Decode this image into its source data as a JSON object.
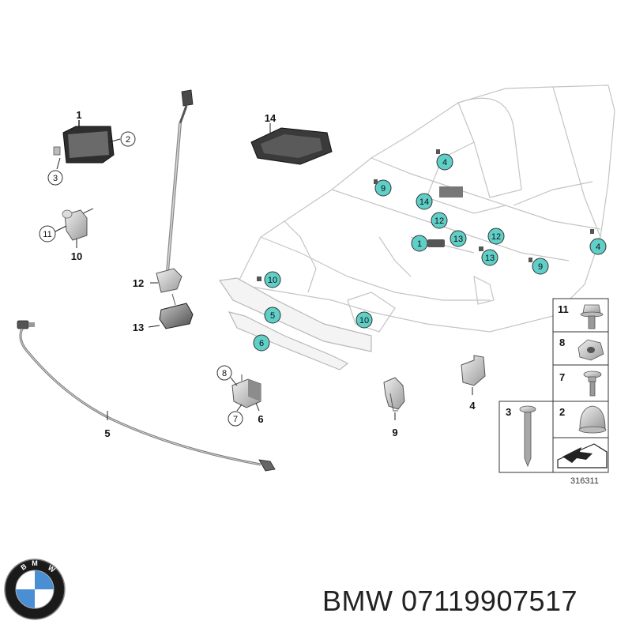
{
  "diagram": {
    "callouts": {
      "c1": "1",
      "c2": "2",
      "c3": "3",
      "c4": "4",
      "c5": "5",
      "c6": "6",
      "c7": "7",
      "c8": "8",
      "c9": "9",
      "c10": "10",
      "c11": "11",
      "c12": "12",
      "c13": "13",
      "c14": "14"
    },
    "markers": [
      {
        "id": "m4a",
        "label": "4"
      },
      {
        "id": "m9a",
        "label": "9"
      },
      {
        "id": "m14",
        "label": "14"
      },
      {
        "id": "m12a",
        "label": "12"
      },
      {
        "id": "m1",
        "label": "1"
      },
      {
        "id": "m13a",
        "label": "13"
      },
      {
        "id": "m12b",
        "label": "12"
      },
      {
        "id": "m13b",
        "label": "13"
      },
      {
        "id": "m9b",
        "label": "9"
      },
      {
        "id": "m4b",
        "label": "4"
      },
      {
        "id": "m10a",
        "label": "10"
      },
      {
        "id": "m5",
        "label": "5"
      },
      {
        "id": "m10b",
        "label": "10"
      },
      {
        "id": "m6",
        "label": "6"
      }
    ],
    "legend": {
      "l11": "11",
      "l8": "8",
      "l7": "7",
      "l3": "3",
      "l2": "2"
    },
    "drawing_number": "316311",
    "marker_color": "#5fcfc8"
  },
  "footer": {
    "brand": "BMW",
    "title": "BMW 07119907517",
    "logo_letters": "BMW"
  }
}
